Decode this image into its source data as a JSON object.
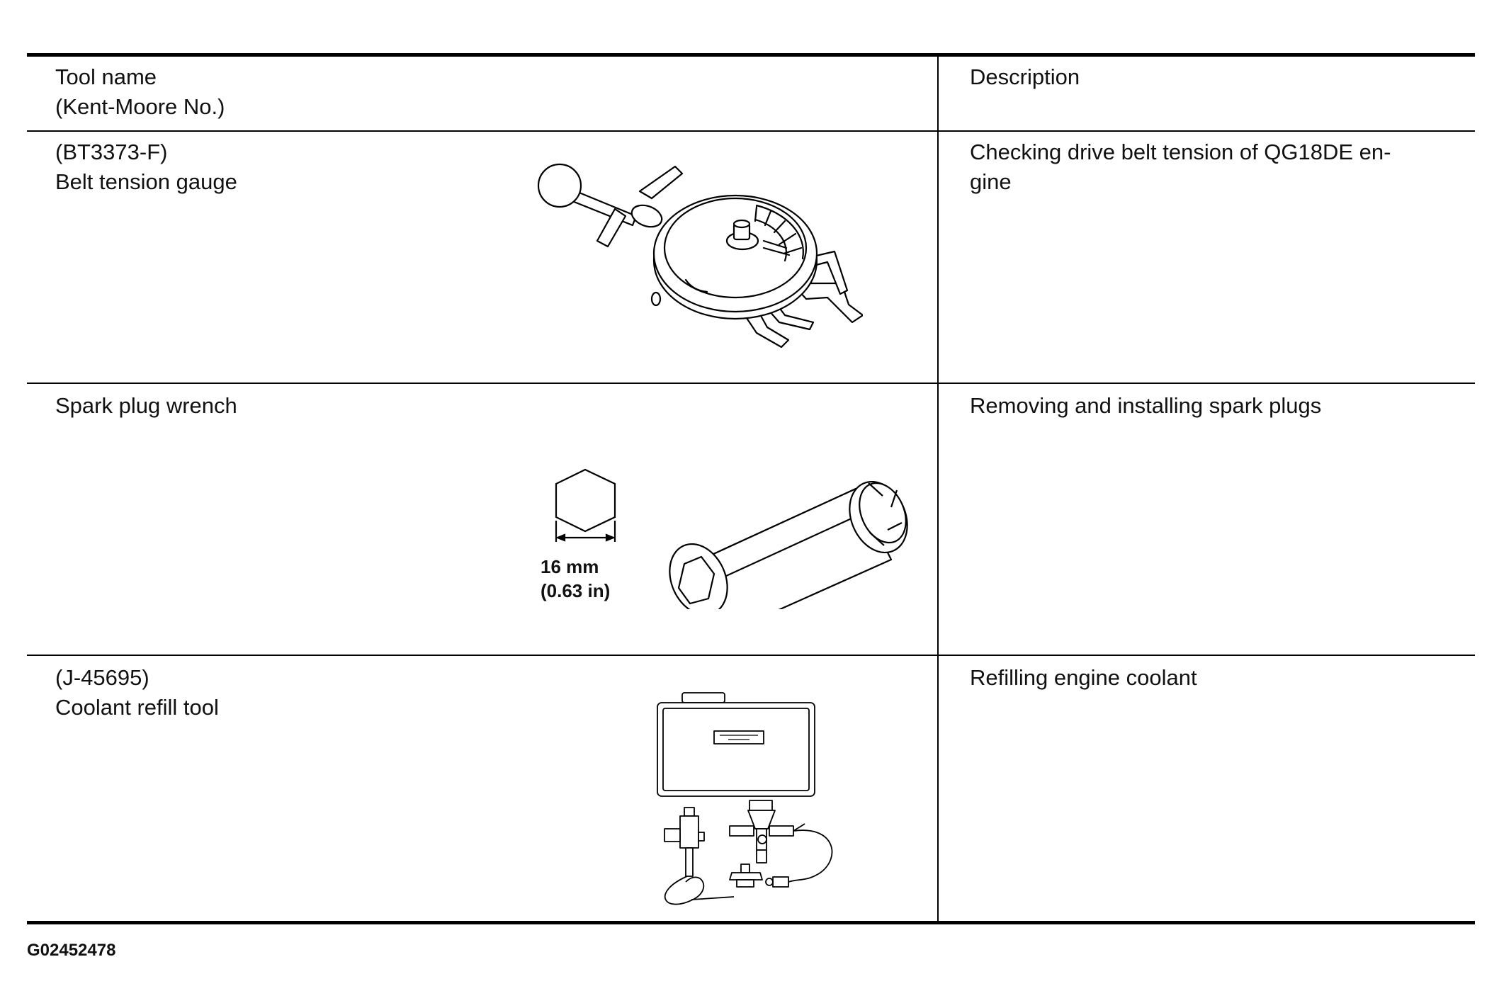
{
  "table": {
    "header": {
      "tool_name": "Tool name\n(Kent-Moore No.)",
      "description": "Description"
    },
    "rows": [
      {
        "tool": "(BT3373-F)\nBelt tension gauge",
        "description": "Checking drive belt tension of QG18DE en-\ngine",
        "illustration": "belt-tension-gauge-illustration"
      },
      {
        "tool": "Spark plug wrench",
        "description": "Removing and installing spark plugs",
        "illustration": "spark-plug-wrench-illustration",
        "dimension_mm": "16 mm",
        "dimension_in": "(0.63 in)"
      },
      {
        "tool": "(J-45695)\nCoolant refill tool",
        "description": "Refilling engine coolant",
        "illustration": "coolant-refill-tool-illustration"
      }
    ]
  },
  "footer": {
    "figure_id": "G02452478"
  }
}
